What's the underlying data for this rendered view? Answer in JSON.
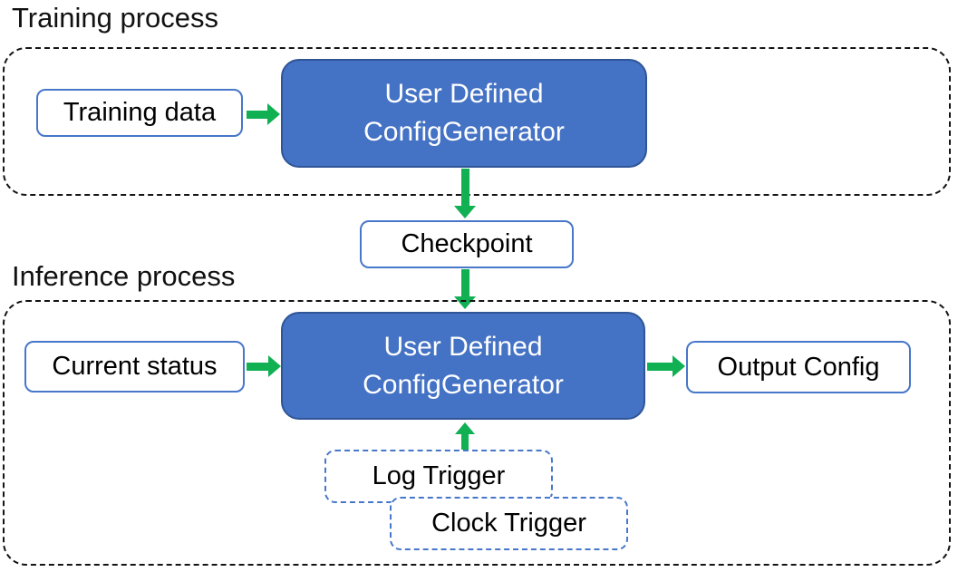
{
  "colors": {
    "green": "#10b053",
    "blue-fill": "#4472c4",
    "blue-border": "#2f5597",
    "box-border": "#4777c9",
    "container-border": "#141414",
    "text": "#000000",
    "box-text": "#ffffff"
  },
  "sections": {
    "training": {
      "label": "Training process",
      "input_box": "Training data",
      "generator": {
        "line1": "User Defined",
        "line2": "ConfigGenerator"
      }
    },
    "checkpoint": {
      "label": "Checkpoint"
    },
    "inference": {
      "label": "Inference process",
      "input_box": "Current status",
      "generator": {
        "line1": "User Defined",
        "line2": "ConfigGenerator"
      },
      "output_box": "Output Config",
      "triggers": {
        "log": "Log Trigger",
        "clock": "Clock Trigger"
      }
    }
  }
}
